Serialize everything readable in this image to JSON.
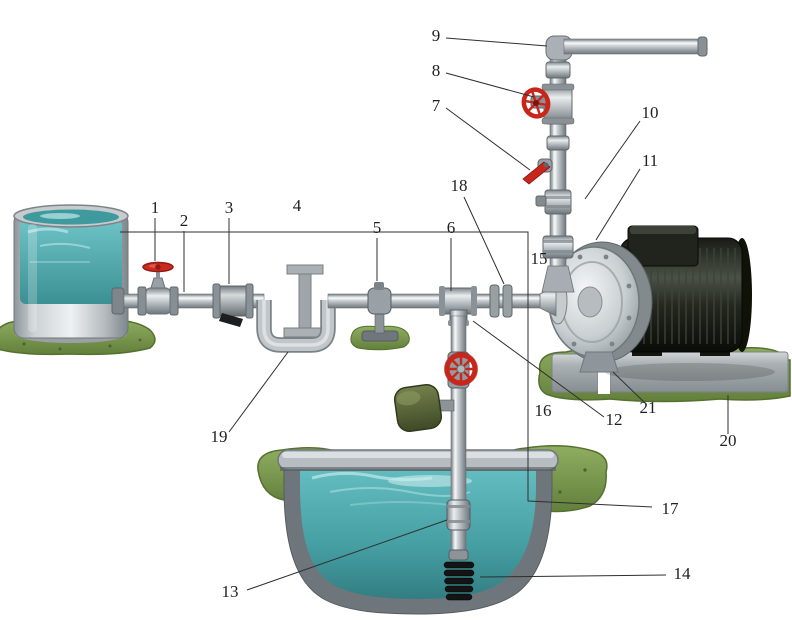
{
  "diagram": {
    "labels": {
      "n1": "1",
      "n2": "2",
      "n3": "3",
      "n4": "4",
      "n5": "5",
      "n6": "6",
      "n7": "7",
      "n8": "8",
      "n9": "9",
      "n10": "10",
      "n11": "11",
      "n12": "12",
      "n13": "13",
      "n14": "14",
      "n15": "15",
      "n16": "16",
      "n17": "17",
      "n18": "18",
      "n19": "19",
      "n20": "20",
      "n21": "21"
    },
    "colors": {
      "water_teal": "#4fa9ad",
      "grass_green": "#7a9950",
      "valve_red": "#c8261b",
      "pipe_gray": "#b6bcc0",
      "motor_black": "#161a15",
      "label_ink": "#1f1f1f"
    }
  }
}
